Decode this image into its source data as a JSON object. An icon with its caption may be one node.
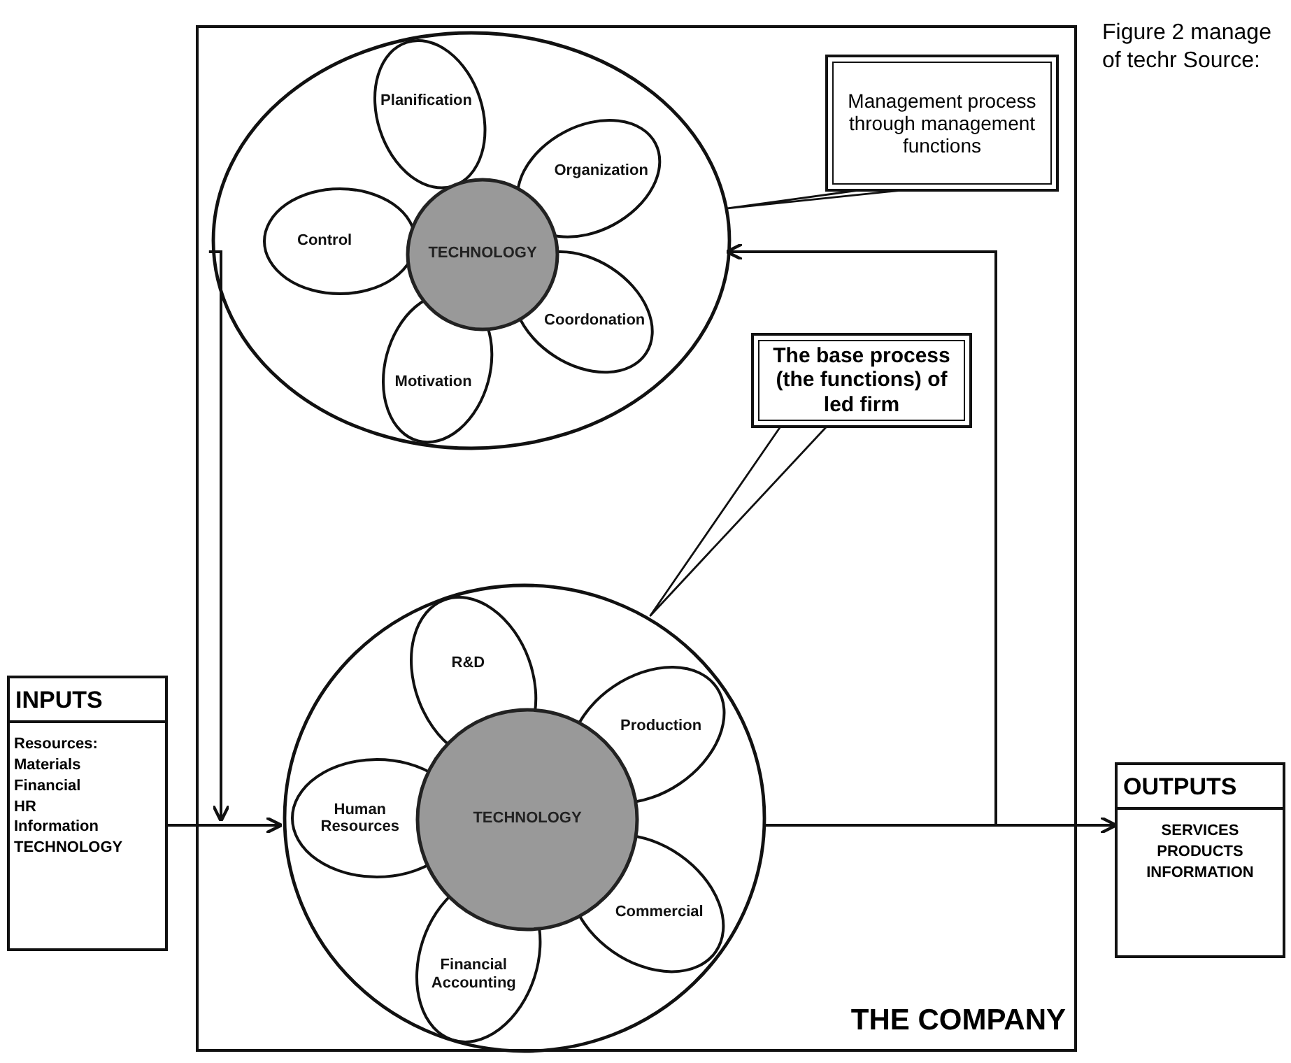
{
  "diagram": {
    "nodes": [
      {
        "text": [
          "THE COMPANY"
        ]
      },
      {
        "text": [],
        "shape": "circle",
        "in": 0
      },
      {
        "text": [
          "Planification"
        ],
        "in": 1
      },
      {
        "text": [
          "Organization"
        ],
        "in": 1
      },
      {
        "text": [
          "Control"
        ],
        "in": 1
      },
      {
        "text": [
          "TECHNOLOGY"
        ],
        "in": 1
      },
      {
        "text": [
          "Motivation"
        ],
        "in": 1
      },
      {
        "text": [
          "Coordonation"
        ],
        "in": 1
      },
      {
        "text": [
          "Management process through management functions"
        ],
        "in": 0
      },
      {
        "text": [
          "The base process (the functions) of led firm"
        ],
        "in": 0
      },
      {
        "text": [],
        "shape": "circle",
        "in": 0
      },
      {
        "text": [
          "R&D"
        ],
        "in": 10
      },
      {
        "text": [
          "Production"
        ],
        "in": 10
      },
      {
        "text": [
          "Human Resources"
        ],
        "in": 10
      },
      {
        "text": [
          "TECHNOLOGY"
        ],
        "in": 10
      },
      {
        "text": [
          "Commercial"
        ],
        "in": 10
      },
      {
        "text": [
          "Financial Accounting"
        ],
        "in": 10
      },
      {
        "text": [
          "INPUTS",
          "Resources: Materials Financial HR Information TECHNOLOGY"
        ]
      },
      {
        "text": [
          "OUTPUTS",
          "SERVICES PRODUCTS INFORMATION"
        ]
      }
    ],
    "edges": [
      {
        "from": 8,
        "to": 1,
        "arrow": "none"
      },
      {
        "from": 9,
        "to": 10,
        "arrow": "none"
      },
      {
        "from": 17,
        "to": 10,
        "arrow": "to"
      },
      {
        "from": 1,
        "to": 10,
        "arrow": "to"
      },
      {
        "from": 10,
        "to": 18,
        "arrow": "to"
      },
      {
        "from": 10,
        "to": 1,
        "arrow": "to"
      }
    ],
    "labels": [
      "Figure 2 manage of techr Source:"
    ]
  }
}
